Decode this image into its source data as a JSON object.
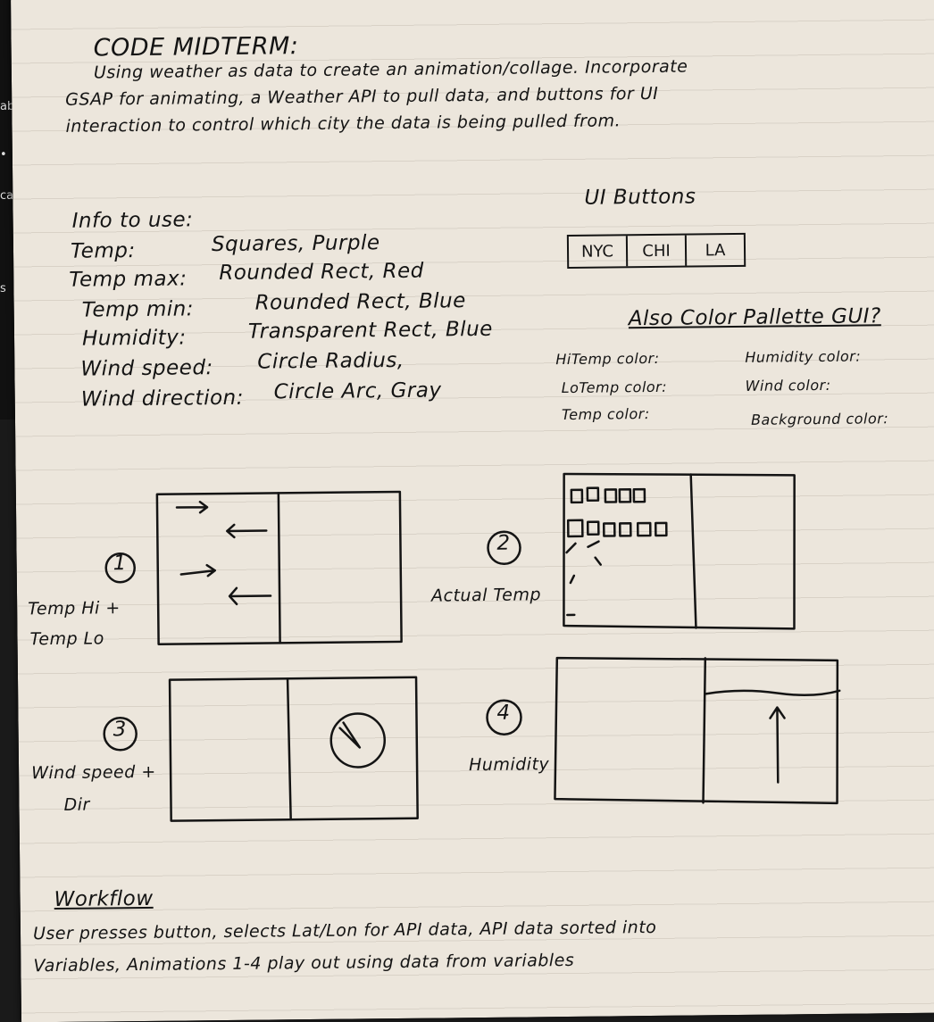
{
  "laptop_edge": [
    "ab",
    "•",
    "ca",
    "s"
  ],
  "title": "CODE MIDTERM:",
  "intro_lines": [
    "Using weather as data to create an animation/collage. Incorporate",
    "GSAP for animating, a Weather API to pull data, and buttons for UI",
    "interaction to control which city the data is being pulled from."
  ],
  "info": {
    "heading": "Info to use:",
    "rows": [
      {
        "label": "Temp:",
        "value": "Squares, Purple"
      },
      {
        "label": "Temp max:",
        "value": "Rounded Rect, Red"
      },
      {
        "label": "Temp min:",
        "value": "Rounded Rect, Blue"
      },
      {
        "label": "Humidity:",
        "value": "Transparent Rect, Blue"
      },
      {
        "label": "Wind speed:",
        "value": "Circle Radius,"
      },
      {
        "label": "Wind direction:",
        "value": "Circle Arc, Gray"
      }
    ]
  },
  "ui_buttons": {
    "heading": "UI Buttons",
    "buttons": [
      "NYC",
      "CHI",
      "LA"
    ]
  },
  "palette": {
    "heading": "Also Color Pallette GUI?",
    "left": [
      "HiTemp color:",
      "LoTemp color:",
      "Temp color:"
    ],
    "right": [
      "Humidity color:",
      "Wind color:",
      "Background color:"
    ]
  },
  "sketches": [
    {
      "number": "1",
      "label_lines": [
        "Temp Hi +",
        "Temp Lo"
      ]
    },
    {
      "number": "2",
      "label_lines": [
        "Actual Temp"
      ]
    },
    {
      "number": "3",
      "label_lines": [
        "Wind speed +",
        "Dir"
      ]
    },
    {
      "number": "4",
      "label_lines": [
        "Humidity"
      ]
    }
  ],
  "workflow": {
    "heading": "Workflow",
    "lines": [
      "User presses button, selects Lat/Lon for API data, API data sorted into",
      "Variables, Animations 1-4 play out using data from variables"
    ]
  }
}
